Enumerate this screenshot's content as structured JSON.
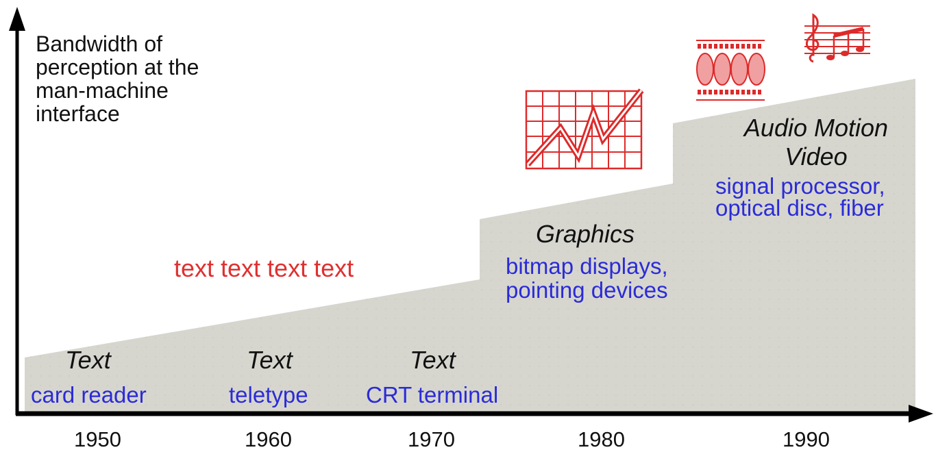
{
  "y_axis_label": "Bandwidth of perception at the man-machine interface",
  "x_axis_years": [
    "1950",
    "1960",
    "1970",
    "1980",
    "1990"
  ],
  "eras": [
    {
      "era": "Text",
      "technology": "card reader"
    },
    {
      "era": "Text",
      "technology": "teletype"
    },
    {
      "era": "Text",
      "technology": "CRT terminal"
    },
    {
      "era": "Graphics",
      "technology": "bitmap displays, pointing devices"
    },
    {
      "era": "Audio Motion Video",
      "technology": "signal processor, optical disc, fiber"
    }
  ],
  "floating_text": "text text text text",
  "colors": {
    "area_fill": "#d6d6cf",
    "axis": "#000000",
    "tech_text": "#2b2bd8",
    "accent_red": "#e03030"
  },
  "icons": [
    "line-graph-icon",
    "film-strip-icon",
    "music-notation-icon"
  ]
}
